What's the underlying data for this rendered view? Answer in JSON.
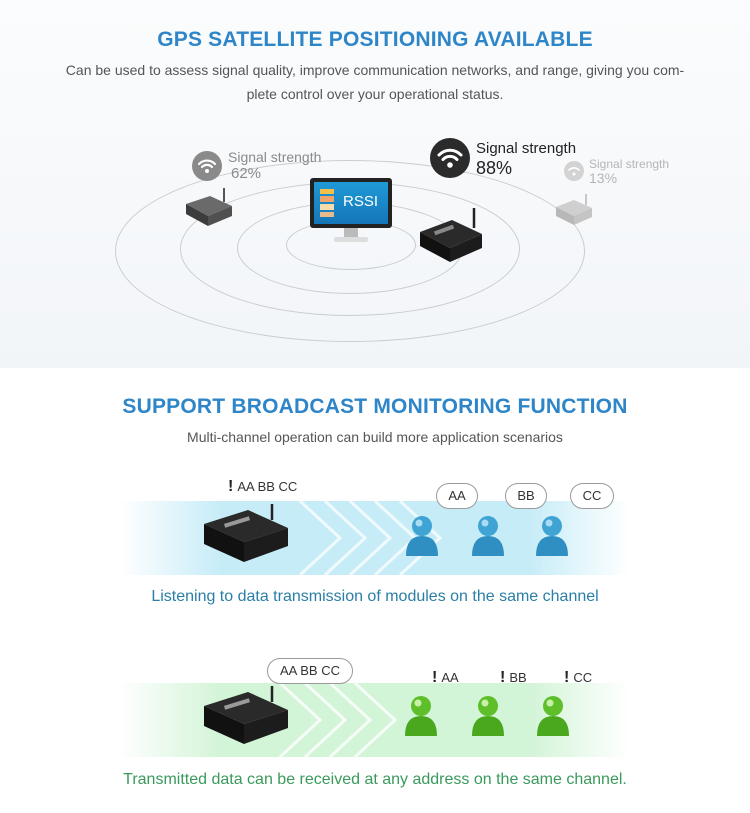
{
  "gps_section": {
    "title": "GPS SATELLITE POSITIONING AVAILABLE",
    "subtitle_line1": "Can be used to assess signal quality, improve communication networks, and range, giving you com-",
    "subtitle_line2": "plete control over your operational status.",
    "monitor_label": "RSSI",
    "signals": [
      {
        "label": "Signal strength",
        "value": "62%"
      },
      {
        "label": "Signal strength",
        "value": "88%"
      },
      {
        "label": "Signal strength",
        "value": "13%"
      }
    ]
  },
  "broadcast_section": {
    "title": "SUPPORT BROADCAST MONITORING FUNCTION",
    "subtitle": "Multi-channel operation can build more application scenarios",
    "listen": {
      "sender_label": "AA BB CC",
      "bubbles": [
        "AA",
        "BB",
        "CC"
      ],
      "caption": "Listening to data transmission of modules on the same channel"
    },
    "transmit": {
      "sender_bubble": "AA BB CC",
      "receiver_labels": [
        "AA",
        "BB",
        "CC"
      ],
      "caption": "Transmitted data can be received at any address on the same channel."
    }
  },
  "colors": {
    "title_blue": "#2e86c8",
    "caption_blue": "#2a7fa6",
    "caption_green": "#3a9a5c",
    "person_blue": "#3fa3d4",
    "person_green": "#5fbf2a"
  },
  "icons": {
    "wifi": "wifi-icon",
    "device": "radio-module-icon",
    "monitor": "monitor-icon",
    "person": "person-icon",
    "exclamation": "exclamation-icon"
  }
}
